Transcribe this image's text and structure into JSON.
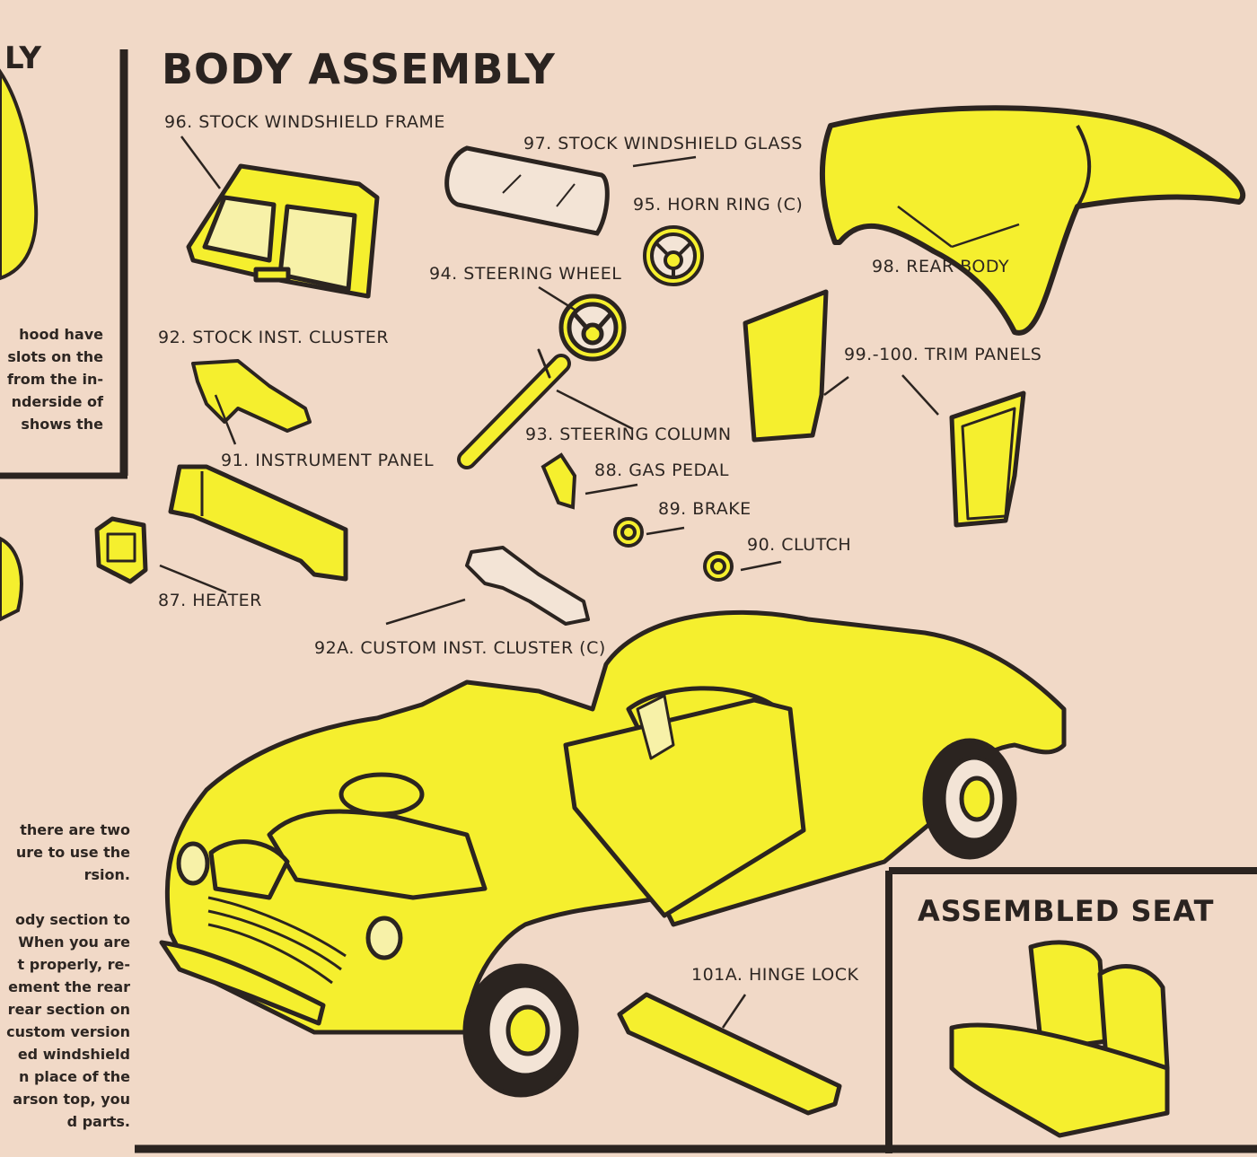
{
  "title": "BODY ASSEMBLY",
  "left_heading_fragment": "LY",
  "colors": {
    "paper": "#f3dccb",
    "part_fill": "#f5ef2e",
    "ink": "#2b2420"
  },
  "parts": [
    {
      "id": "p96",
      "label": "96. STOCK WINDSHIELD FRAME"
    },
    {
      "id": "p97",
      "label": "97. STOCK WINDSHIELD GLASS"
    },
    {
      "id": "p95",
      "label": "95. HORN RING (C)"
    },
    {
      "id": "p98",
      "label": "98. REAR BODY"
    },
    {
      "id": "p94",
      "label": "94. STEERING WHEEL"
    },
    {
      "id": "p92",
      "label": "92. STOCK INST. CLUSTER"
    },
    {
      "id": "p99",
      "label": "99.-100. TRIM PANELS"
    },
    {
      "id": "p93",
      "label": "93. STEERING COLUMN"
    },
    {
      "id": "p91",
      "label": "91. INSTRUMENT PANEL"
    },
    {
      "id": "p88",
      "label": "88. GAS PEDAL"
    },
    {
      "id": "p89",
      "label": "89. BRAKE"
    },
    {
      "id": "p90",
      "label": "90. CLUTCH"
    },
    {
      "id": "p87",
      "label": "87. HEATER"
    },
    {
      "id": "p92a",
      "label": "92A. CUSTOM INST. CLUSTER (C)"
    },
    {
      "id": "p101a",
      "label": "101A. HINGE LOCK"
    }
  ],
  "assembled_seat_title": "ASSEMBLED SEAT",
  "left_column_top": [
    "hood have",
    "slots on the",
    "from the in-",
    "nderside of",
    "shows the"
  ],
  "left_column_bottom": [
    "there are two",
    "ure to use the",
    "rsion.",
    "",
    "ody section to",
    "When you are",
    "t properly, re-",
    "ement the rear",
    "rear section on",
    "custom version",
    "ed windshield",
    "n place of the",
    "arson top, you",
    "d parts."
  ]
}
